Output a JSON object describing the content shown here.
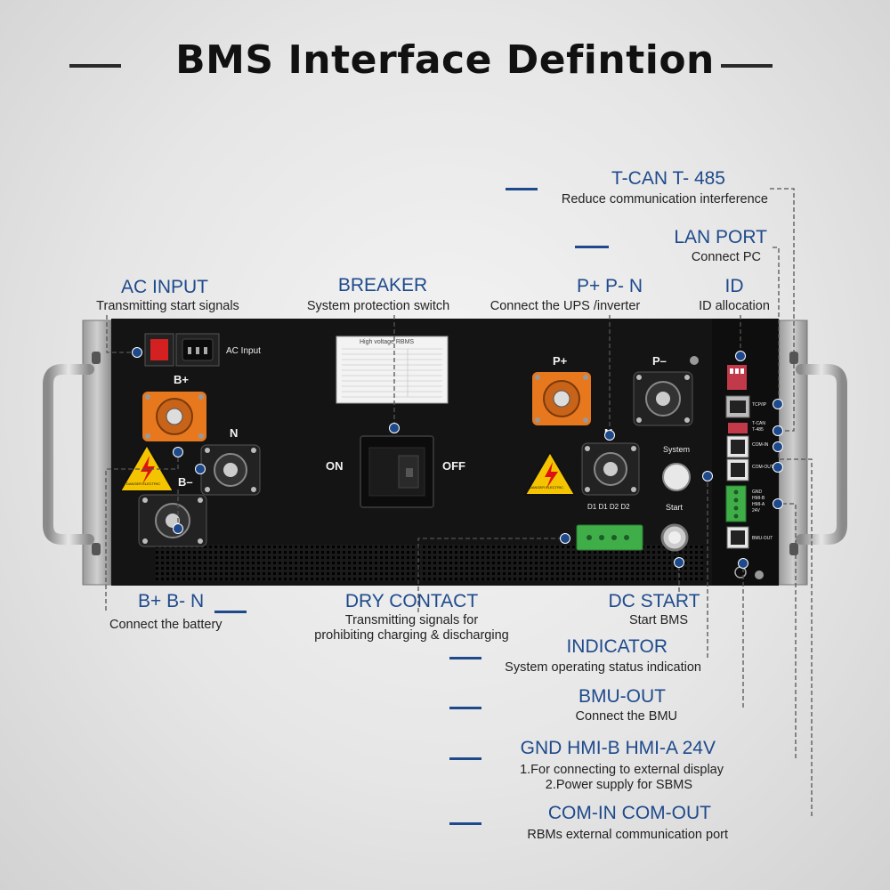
{
  "header": {
    "title": "BMS Interface Defintion"
  },
  "device": {
    "ac_input_text": "AC Input",
    "b_plus": "B+",
    "b_minus": "B–",
    "n_left": "N",
    "n_right": "N",
    "p_plus": "P+",
    "p_minus": "P–",
    "on": "ON",
    "off": "OFF",
    "system": "System",
    "start": "Start",
    "d_labels": "D1  D1  D2  D2",
    "warning": "DANGER ELECTRIC",
    "plate_title": "High voltage RBMS",
    "side_labels": [
      "TCP/IP",
      "T-CAN",
      "T-485",
      "COM-IN",
      "COM-OUT",
      "GND",
      "HMI-B",
      "HMI-A",
      "24V",
      "BMU-OUT"
    ]
  },
  "callouts": {
    "t_can": {
      "title": "T-CAN T- 485",
      "sub": "Reduce communication interference"
    },
    "lan_port": {
      "title": "LAN PORT",
      "sub": "Connect PC"
    },
    "id": {
      "title": "ID",
      "sub": "ID allocation"
    },
    "ac_input": {
      "title": "AC INPUT",
      "sub": "Transmitting start signals"
    },
    "breaker": {
      "title": "BREAKER",
      "sub": "System protection switch"
    },
    "pn": {
      "title": "P+ P- N",
      "sub": "Connect the UPS /inverter"
    },
    "battery": {
      "title": "B+ B- N",
      "sub": "Connect the battery"
    },
    "dry_contact": {
      "title": "DRY CONTACT",
      "sub1": "Transmitting signals for",
      "sub2": "prohibiting charging & discharging"
    },
    "dc_start": {
      "title": "DC START",
      "sub": "Start BMS"
    },
    "indicator": {
      "title": "INDICATOR",
      "sub": "System operating status indication"
    },
    "bmu_out": {
      "title": "BMU-OUT",
      "sub": "Connect the BMU"
    },
    "hmi": {
      "title": "GND HMI-B HMI-A 24V",
      "sub1": "1.For connecting to external display",
      "sub2": "2.Power supply for SBMS"
    },
    "com": {
      "title": "COM-IN COM-OUT",
      "sub": "RBMs external communication port"
    }
  },
  "colors": {
    "accent": "#1e4a8c",
    "panel": "#141414",
    "orange": "#e8781e",
    "green": "#3fae49"
  }
}
